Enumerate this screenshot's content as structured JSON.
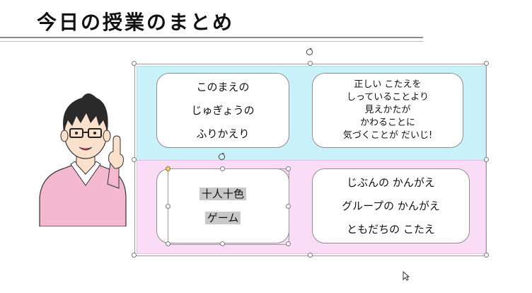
{
  "slide": {
    "title": "今日の授業のまとめ"
  },
  "cards": {
    "review": {
      "lines": [
        "このまえの",
        "じゅぎょうの",
        "ふりかえり"
      ]
    },
    "noticing": {
      "lines": [
        "正しい こたえを",
        "しっていることより",
        "見えかたが",
        "かわることに",
        "気づくことが だいじ!"
      ]
    },
    "activity": {
      "lines": [
        "十人十色",
        "ゲーム"
      ]
    },
    "ideas": {
      "lines": [
        "じぶんの かんがえ",
        "グループの かんがえ",
        "ともだちの こたえ"
      ]
    }
  },
  "colors": {
    "top_band": "#c9f1fa",
    "bottom_band": "#fbdcf7",
    "card_text_highlight": "#c8c8c8",
    "teacher_sweater": "#f5b9cf"
  },
  "icons": {
    "teacher": "teacher-illustration",
    "rotate": "rotate-handle-icon",
    "cursor": "mouse-cursor-icon"
  }
}
